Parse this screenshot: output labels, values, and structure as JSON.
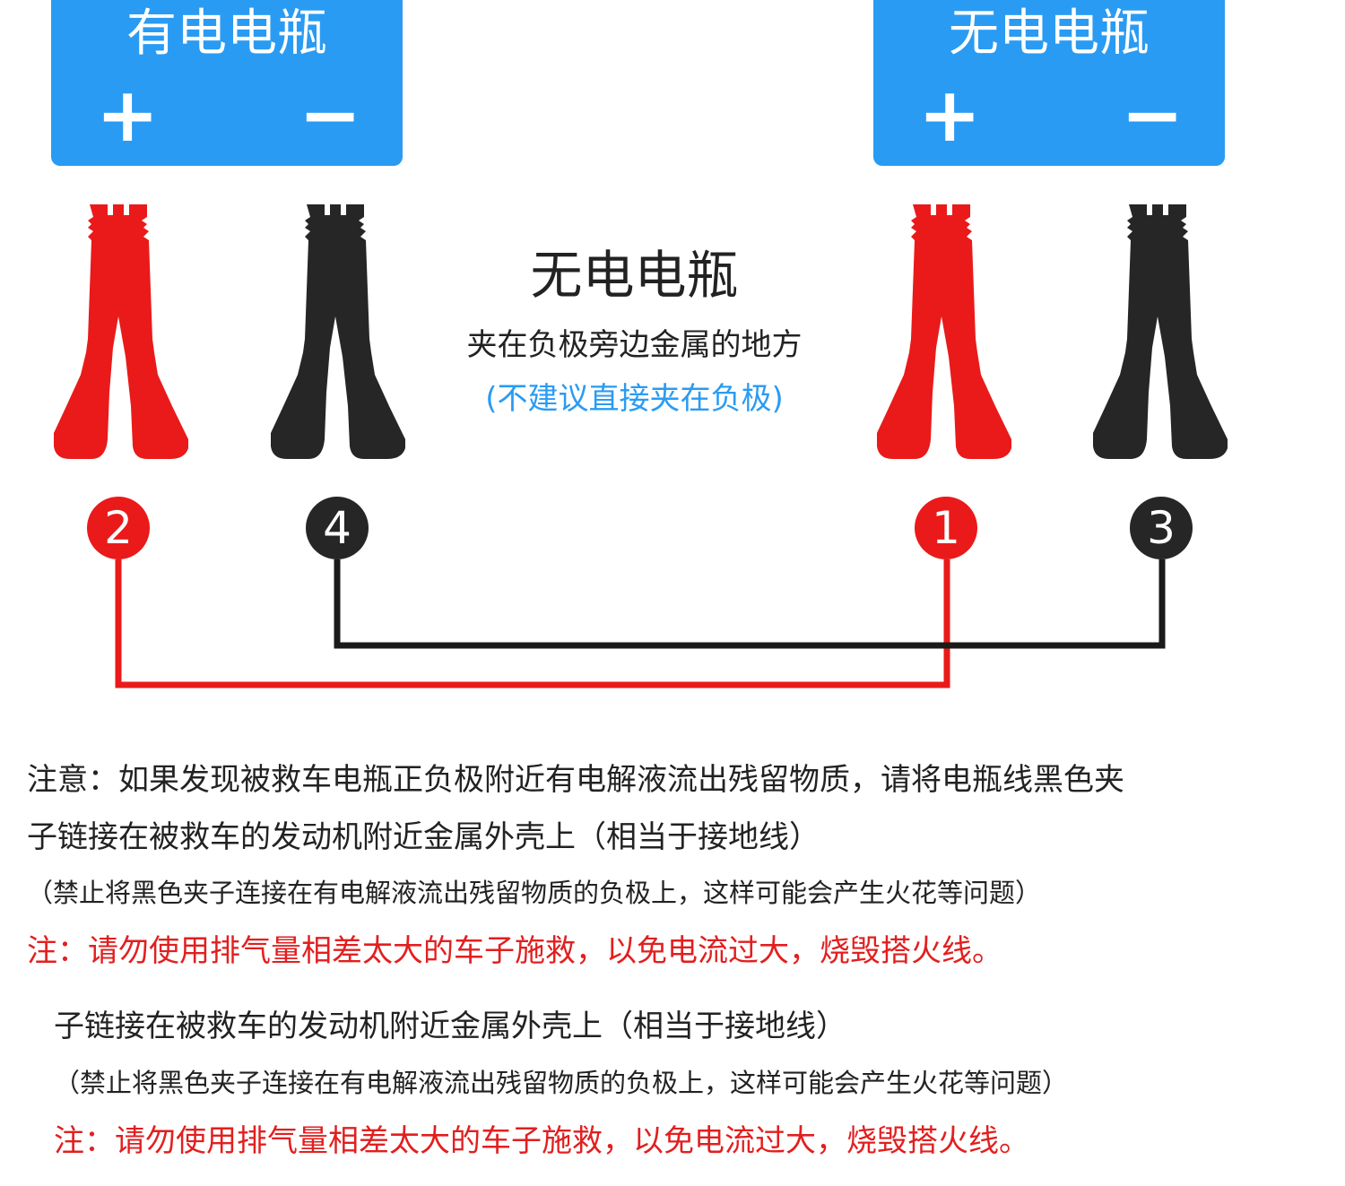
{
  "batteries": [
    {
      "title": "有电电瓶",
      "plus": "+",
      "minus": "−"
    },
    {
      "title": "无电电瓶",
      "plus": "+",
      "minus": "−"
    }
  ],
  "badges": [
    "2",
    "4",
    "1",
    "3"
  ],
  "center": {
    "title": "无电电瓶",
    "subtitle": "夹在负极旁边金属的地方",
    "hint": "(不建议直接夹在负极)"
  },
  "notes": {
    "line1": "注意：如果发现被救车电瓶正负极附近有电解液流出残留物质，请将电瓶线黑色夹",
    "line2": "子链接在被救车的发动机附近金属外壳上（相当于接地线）",
    "line3": "（禁止将黑色夹子连接在有电解液流出残留物质的负极上，这样可能会产生火花等问题）",
    "line4": "注：请勿使用排气量相差太大的车子施救，以免电流过大，烧毁搭火线。",
    "line5": "子链接在被救车的发动机附近金属外壳上（相当于接地线）",
    "line6": "（禁止将黑色夹子连接在有电解液流出残留物质的负极上，这样可能会产生火花等问题）",
    "line7": "注：请勿使用排气量相差太大的车子施救，以免电流过大，烧毁搭火线。"
  },
  "colors": {
    "battery_blue": "#2a9bf3",
    "red_clamp": "#ea1a1a",
    "black_clamp": "#262626",
    "warning_red": "#e21f1f",
    "hint_blue": "#2a9bf3"
  },
  "icons": [
    "red-clamp-icon",
    "black-clamp-icon"
  ]
}
